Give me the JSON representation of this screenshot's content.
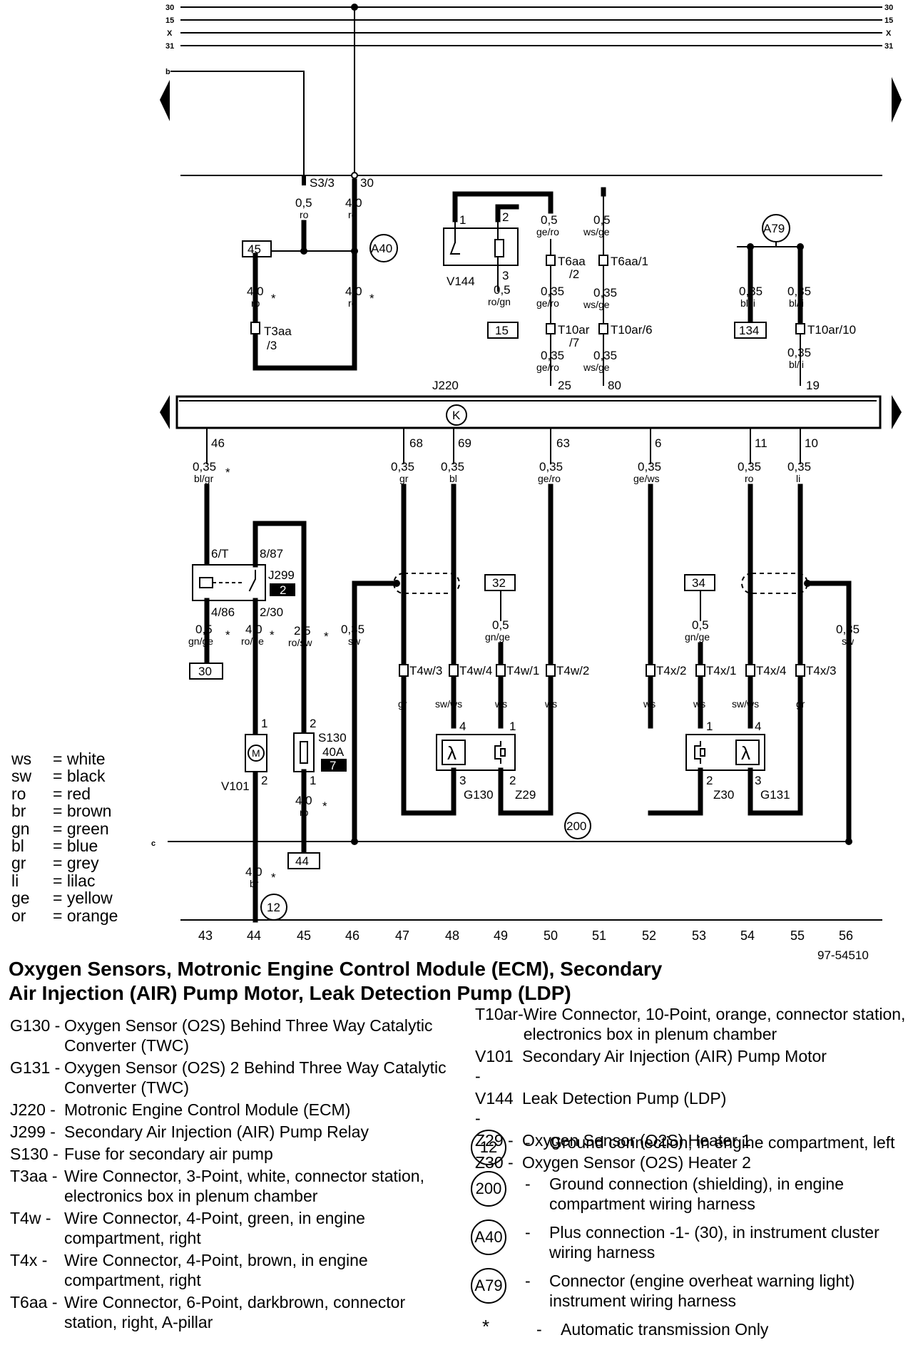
{
  "rails": {
    "labels": [
      "30",
      "15",
      "X",
      "31"
    ]
  },
  "side_markers": {
    "b": "b",
    "c": "c"
  },
  "ecm": {
    "label": "J220",
    "symbol": "K"
  },
  "top_wiring": {
    "s33": "S3/3",
    "t30": "30",
    "w1": [
      "0,5",
      "ro"
    ],
    "w2": [
      "4,0",
      "ro"
    ],
    "a40": "A40",
    "box45": "45",
    "w3": [
      "4,0",
      "ro",
      "*"
    ],
    "w4": [
      "4,0",
      "ro",
      "*"
    ],
    "t3aa": [
      "T3aa",
      "/3"
    ],
    "v144": "V144",
    "v144_pins": [
      "1",
      "2",
      "3"
    ],
    "w5": [
      "0,5",
      "ge/ro"
    ],
    "w6": [
      "0,5",
      "ws/ge"
    ],
    "t6aa2": [
      "T6aa",
      "/2"
    ],
    "t6aa1": "T6aa/1",
    "w7": [
      "0,5",
      "ro/gn"
    ],
    "box15": "15",
    "w8": [
      "0,35",
      "ge/ro"
    ],
    "w9": [
      "0,35",
      "ws/ge"
    ],
    "t10ar7": [
      "T10ar",
      "/7"
    ],
    "t10ar6": "T10ar/6",
    "w10": [
      "0,35",
      "ge/ro"
    ],
    "w11": [
      "0,35",
      "ws/ge"
    ],
    "pin25": "25",
    "pin80": "80",
    "a79": "A79",
    "w12": [
      "0,35",
      "bl/li"
    ],
    "w13": [
      "0,35",
      "bl/li"
    ],
    "box134": "134",
    "t10ar10": "T10ar/10",
    "w14": [
      "0,35",
      "bl/li"
    ],
    "pin19": "19"
  },
  "bottom_pins": [
    {
      "pin": "46",
      "size": "0,35",
      "color": "bl/gr"
    },
    {
      "pin": "68",
      "size": "0,35",
      "color": "gr"
    },
    {
      "pin": "69",
      "size": "0,35",
      "color": "bl"
    },
    {
      "pin": "63",
      "size": "0,35",
      "color": "ge/ro"
    },
    {
      "pin": "6",
      "size": "0,35",
      "color": "ge/ws"
    },
    {
      "pin": "11",
      "size": "0,35",
      "color": "ro"
    },
    {
      "pin": "10",
      "size": "0,35",
      "color": "li"
    }
  ],
  "relay": {
    "name": "J299",
    "badge": "2",
    "pins": [
      "6/T",
      "8/87",
      "4/86",
      "2/30"
    ],
    "w_a": [
      "0,5",
      "gn/ge"
    ],
    "w_b": [
      "4,0",
      "ro/ge"
    ],
    "w_c": [
      "2,5",
      "ro/sw"
    ],
    "w_d": [
      "0,35",
      "sw"
    ],
    "box30": "30"
  },
  "fuse": {
    "name": "S130",
    "rating": "40A",
    "badge": "7",
    "pins": [
      "2",
      "1"
    ],
    "w": [
      "4,0",
      "ro"
    ],
    "box44": "44"
  },
  "motor": {
    "name": "V101",
    "symbol": "M",
    "pins": [
      "1",
      "2"
    ],
    "w": [
      "4,0",
      "br"
    ],
    "ground": "12"
  },
  "sensors": {
    "box32": "32",
    "box34": "34",
    "w32": [
      "0,5",
      "gn/ge"
    ],
    "w34": [
      "0,5",
      "gn/ge"
    ],
    "conn_left": [
      "T4w/3",
      "T4w/4",
      "T4w/1",
      "T4w/2"
    ],
    "conn_right": [
      "T4x/2",
      "T4x/1",
      "T4x/4",
      "T4x/3"
    ],
    "colors_left": [
      "gr",
      "sw/ws",
      "ws",
      "ws"
    ],
    "colors_right": [
      "ws",
      "ws",
      "sw/ws",
      "gr"
    ],
    "shield_left": [
      "0,35",
      "sw"
    ],
    "shield_right": [
      "0,35",
      "sw"
    ],
    "g130": "G130",
    "z29": "Z29",
    "z30": "Z30",
    "g131": "G131",
    "lambda": "λ",
    "pins_left": [
      "4",
      "1",
      "3",
      "2"
    ],
    "pins_right": [
      "1",
      "4",
      "2",
      "3"
    ],
    "ground": "200"
  },
  "columns": [
    "43",
    "44",
    "45",
    "46",
    "47",
    "48",
    "49",
    "50",
    "51",
    "52",
    "53",
    "54",
    "55",
    "56"
  ],
  "doc_number": "97-54510",
  "color_legend": [
    {
      "abbr": "ws",
      "name": "white"
    },
    {
      "abbr": "sw",
      "name": "black"
    },
    {
      "abbr": "ro",
      "name": "red"
    },
    {
      "abbr": "br",
      "name": "brown"
    },
    {
      "abbr": "gn",
      "name": "green"
    },
    {
      "abbr": "bl",
      "name": "blue"
    },
    {
      "abbr": "gr",
      "name": "grey"
    },
    {
      "abbr": "li",
      "name": "lilac"
    },
    {
      "abbr": "ge",
      "name": "yellow"
    },
    {
      "abbr": "or",
      "name": "orange"
    }
  ],
  "title": {
    "line1": "Oxygen Sensors, Motronic Engine Control Module (ECM), Secondary",
    "line2": "Air Injection (AIR) Pump Motor, Leak Detection Pump (LDP)"
  },
  "components_left": [
    {
      "code": "G130 -",
      "text": "Oxygen Sensor (O2S) Behind Three Way Catalytic Converter (TWC)"
    },
    {
      "code": "G131 -",
      "text": "Oxygen Sensor (O2S) 2 Behind Three Way Catalytic Converter (TWC)"
    },
    {
      "code": "J220 -",
      "text": "Motronic Engine Control Module (ECM)"
    },
    {
      "code": "J299 -",
      "text": "Secondary Air Injection (AIR) Pump Relay"
    },
    {
      "code": "S130 -",
      "text": "Fuse for secondary air pump"
    },
    {
      "code": "T3aa -",
      "text": "Wire Connector, 3-Point, white, connector station, electronics box in plenum chamber"
    },
    {
      "code": "T4w -",
      "text": "Wire Connector, 4-Point, green, in engine compartment, right"
    },
    {
      "code": "T4x -",
      "text": "Wire Connector, 4-Point, brown, in engine compartment, right"
    },
    {
      "code": "T6aa -",
      "text": "Wire Connector, 6-Point, darkbrown, connector station, right, A-pillar"
    }
  ],
  "components_right": [
    {
      "code": "T10ar-",
      "text": "Wire Connector, 10-Point, orange, connector station, electronics box in plenum chamber"
    },
    {
      "code": "V101 -",
      "text": "Secondary Air Injection (AIR) Pump Motor"
    },
    {
      "code": "V144 -",
      "text": "Leak Detection Pump (LDP)"
    },
    {
      "code": "Z29 -",
      "text": "Oxygen Sensor (O2S) Heater 1"
    },
    {
      "code": "Z30 -",
      "text": "Oxygen Sensor (O2S) Heater 2"
    }
  ],
  "grounds": [
    {
      "id": "12",
      "text": "Ground connection, in engine compartment, left"
    },
    {
      "id": "200",
      "text": "Ground connection (shielding), in engine compartment wiring harness"
    },
    {
      "id": "A40",
      "text": "Plus connection -1- (30), in instrument cluster wiring harness"
    },
    {
      "id": "A79",
      "text": "Connector (engine overheat warning light) instrument wiring harness"
    },
    {
      "id": "*",
      "text": "Automatic transmission Only"
    }
  ]
}
